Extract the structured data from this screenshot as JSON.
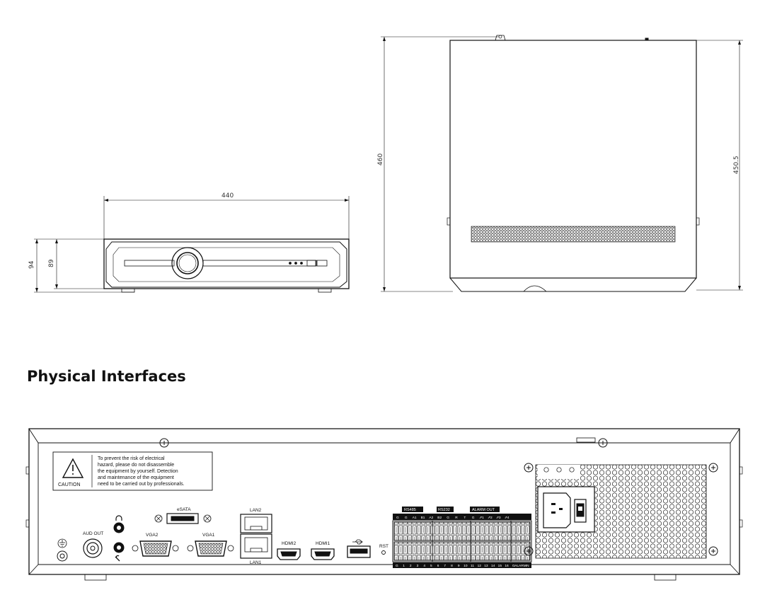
{
  "dimensions": {
    "width": "440",
    "height_overall": "94",
    "height_body": "89",
    "depth_overall": "460",
    "depth_body": "450.5"
  },
  "section_title": "Physical Interfaces",
  "rear_panel": {
    "warning_lines": [
      "To prevent the risk of  electrical",
      "hazard, please do not disassemble",
      "the equipment by yourself. Detection",
      "and maintenance of the equipment",
      "need to be carried out by professionals."
    ],
    "caution_label": "CAUTION",
    "ports": {
      "aud_out": "AUD OUT",
      "esata": "eSATA",
      "vga2": "VGA2",
      "vga1": "VGA1",
      "lan2": "LAN2",
      "lan1": "LAN1",
      "hdmi2": "HDMI2",
      "hdmi1": "HDMI1",
      "rst": "RST",
      "rs485": "RS485",
      "rs232": "RS232",
      "alarm_out": "ALARM OUT"
    },
    "terminal_top_labels": [
      "G",
      "G",
      "A1",
      "B1",
      "A2",
      "B2",
      "G",
      "R",
      "T",
      "G",
      "⇗1",
      "⇗2",
      "⇗3",
      "⇗4"
    ],
    "terminal_bottom_labels": [
      "G",
      "1",
      "2",
      "3",
      "4",
      "5",
      "6",
      "7",
      "8",
      "9",
      "10",
      "11",
      "12",
      "13",
      "14",
      "15",
      "16",
      "G",
      "ALARM",
      "IN"
    ]
  }
}
